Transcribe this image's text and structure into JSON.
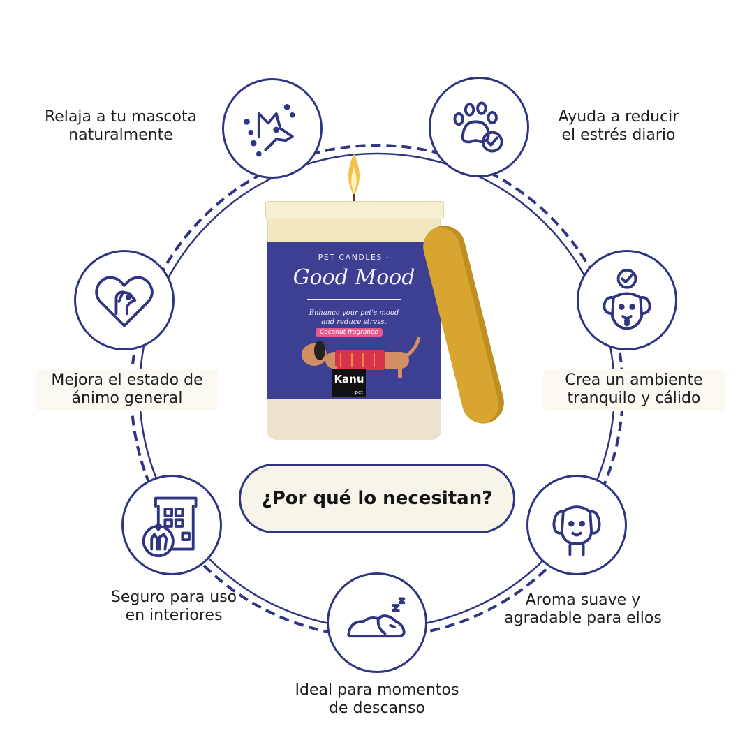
{
  "center": {
    "title": "¿Por qué lo necesitan?"
  },
  "benefits": [
    {
      "icon": "dog-head-stars-icon",
      "text": "Relaja a tu mascota\nnaturalmente"
    },
    {
      "icon": "paw-check-icon",
      "text": "Ayuda a reducir\nel estrés diario"
    },
    {
      "icon": "heart-dog-icon",
      "text": "Mejora el estado de\nánimo general"
    },
    {
      "icon": "happy-dog-check-icon",
      "text": "Crea un ambiente\ntranquilo y cálido"
    },
    {
      "icon": "house-pets-icon",
      "text": "Seguro para uso\nen interiores"
    },
    {
      "icon": "sniffing-dog-icon",
      "text": "Aroma suave y\nagradable para ellos"
    },
    {
      "icon": "sleeping-dog-icon",
      "text": "Ideal para momentos\nde descanso"
    }
  ],
  "product": {
    "series": "PET CANDLES -",
    "name": "Good Mood",
    "tagline": "Enhance your pet's mood\nand reduce stress.",
    "fragrance": "Coconut fragrance",
    "brand": "Kanu",
    "brand_sub": "pet"
  },
  "colors": {
    "accent": "#2f3580",
    "label": "#3d3f93",
    "lid": "#d9a531",
    "wax": "#f2e7bf",
    "pill_bg": "#f7f4ea"
  }
}
